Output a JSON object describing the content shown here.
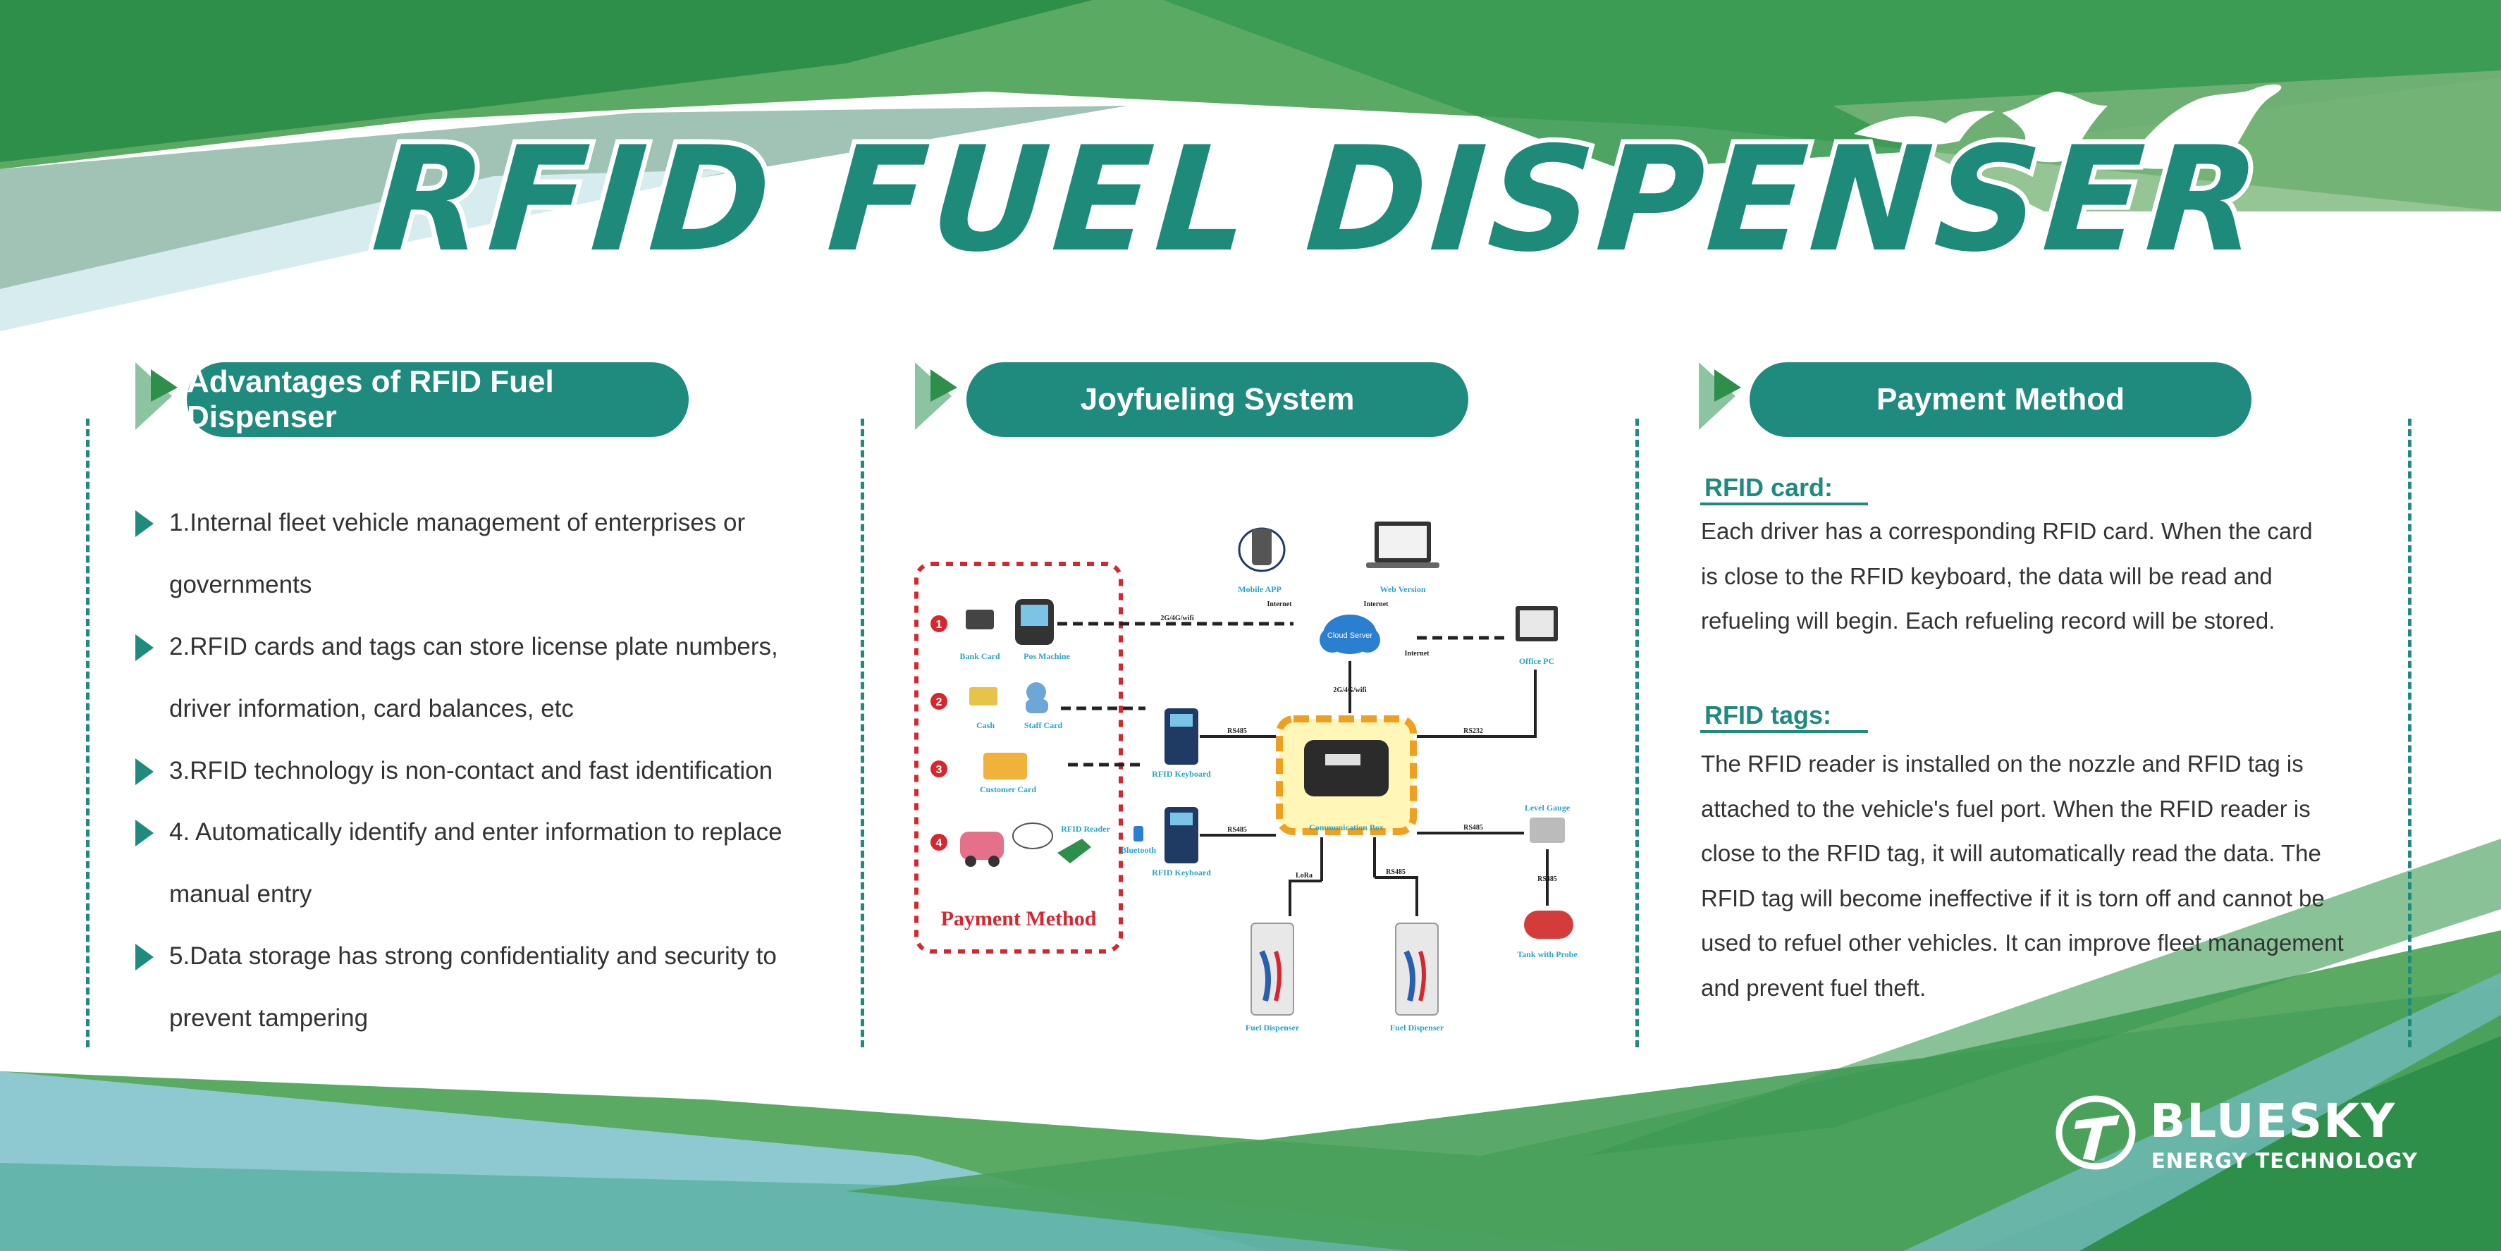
{
  "title": "RFID FUEL DISPENSER",
  "colors": {
    "primary_teal": "#1f8a7e",
    "green_dark": "#2e8f4a",
    "green_light": "#5aaa64",
    "light_blue": "#8ec9d1",
    "payment_red": "#d8262e",
    "diagram_label_blue": "#2aa4c8"
  },
  "advantages": {
    "heading": "Advantages of RFID Fuel Dispenser",
    "items": [
      {
        "line1": "1.Internal fleet vehicle management of enterprises or",
        "line2": "governments"
      },
      {
        "line1": "2.RFID cards and tags can store license plate numbers,",
        "line2": "driver information, card balances, etc"
      },
      {
        "line1": "3.RFID technology is non-contact and fast identification",
        "line2": ""
      },
      {
        "line1": "4. Automatically identify and enter information to replace",
        "line2": "manual entry"
      },
      {
        "line1": "5.Data storage has strong confidentiality and security to",
        "line2": "prevent tampering"
      }
    ]
  },
  "system": {
    "heading": "Joyfueling System",
    "diagram": {
      "payment_method_label": "Payment Method",
      "markers": [
        "1",
        "2",
        "3",
        "4"
      ],
      "labels": {
        "bank_card": "Bank Card",
        "pos_machine": "Pos Machine",
        "cash": "Cash",
        "staff_card": "Staff Card",
        "customer_card": "Customer Card",
        "rfid_reader": "RFID Reader",
        "rfid_keyboard_1": "RFID Keyboard",
        "rfid_keyboard_2": "RFID Keyboard",
        "mobile_app": "Mobile APP",
        "web_version": "Web Version",
        "office_pc": "Office PC",
        "communication_box": "Communication Box",
        "level_gauge": "Level Gauge",
        "tank_with_probe": "Tank with Probe",
        "fuel_dispenser_1": "Fuel Dispenser",
        "fuel_dispenser_2": "Fuel Dispenser",
        "cloud": "Cloud Server",
        "bluetooth": "Bluetooth",
        "internet_1": "Internet",
        "internet_2": "Internet",
        "internet_3": "Internet",
        "net_4g": "2G/4G/wifi",
        "net_4g_2": "2G/4G/wifi",
        "rs485_1": "RS485",
        "rs485_2": "RS485",
        "rs485_3": "RS485",
        "rs485_4": "RS485",
        "rs485_5": "RS485",
        "rs232": "RS232",
        "lora": "LoRa"
      }
    }
  },
  "payment": {
    "heading": "Payment Method",
    "rfid_card": {
      "title": "RFID card:",
      "lines": [
        "Each driver has a corresponding RFID card. When the card",
        "is close to the RFID keyboard, the data will be read and",
        "refueling will begin. Each refueling record will be stored."
      ]
    },
    "rfid_tags": {
      "title": "RFID tags:",
      "lines": [
        "The RFID reader is installed on the nozzle and RFID tag is",
        "attached to the vehicle's fuel port. When the RFID reader is",
        "close to the RFID tag, it will automatically read the data. The",
        "RFID tag will become ineffective if it is torn off and cannot be",
        "used to refuel other vehicles. It can improve fleet management",
        "and prevent fuel theft."
      ]
    }
  },
  "logo": {
    "name": "BLUESKY",
    "subtitle": "ENERGY TECHNOLOGY"
  }
}
